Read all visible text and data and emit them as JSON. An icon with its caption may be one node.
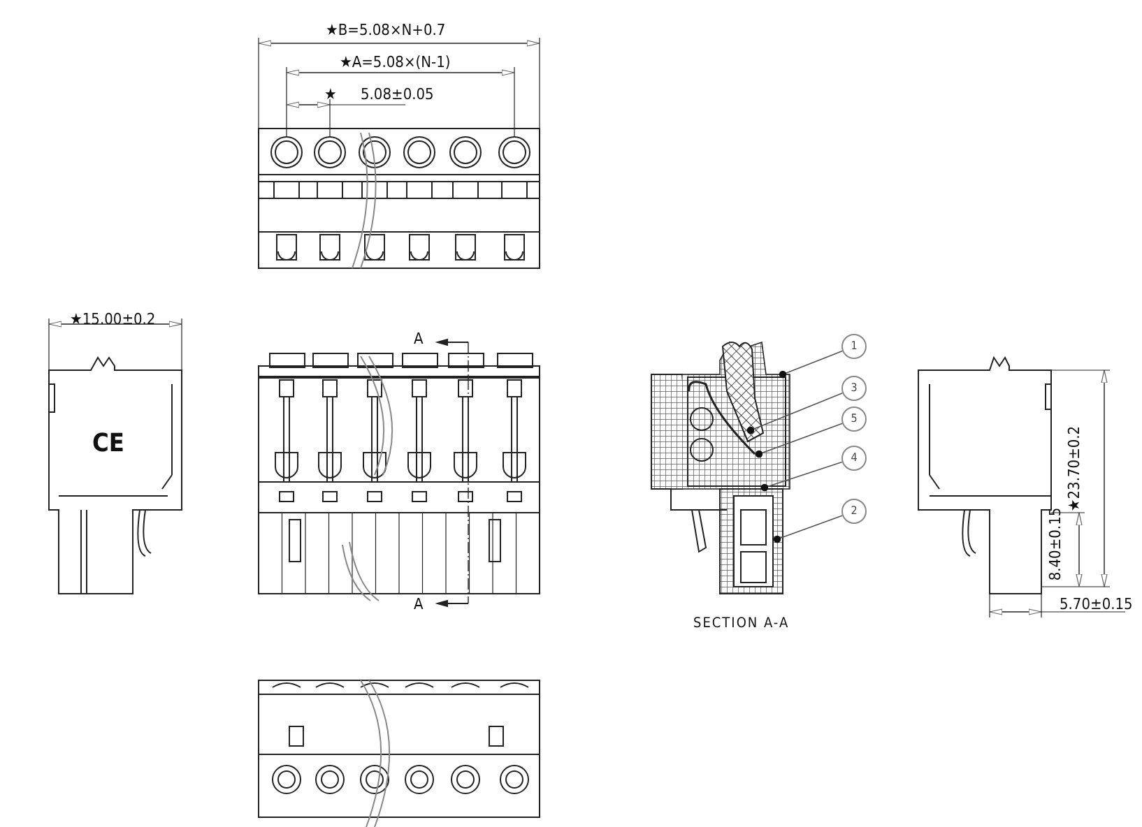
{
  "diagram": {
    "nodes": [
      {
        "text": [
          "1"
        ]
      },
      {
        "text": [
          "3"
        ]
      },
      {
        "text": [
          "5"
        ]
      },
      {
        "text": [
          "4"
        ]
      },
      {
        "text": [
          "2"
        ]
      }
    ],
    "edges": [
      {
        "from": 0,
        "to": null,
        "arrow": "other"
      },
      {
        "from": 1,
        "to": null,
        "arrow": "other"
      },
      {
        "from": 2,
        "to": null,
        "arrow": "other"
      },
      {
        "from": 3,
        "to": null,
        "arrow": "other"
      },
      {
        "from": 4,
        "to": null,
        "arrow": "other"
      }
    ],
    "labels": [
      "★B=5.08×N+0.7",
      "★A=5.08×(N-1)",
      "★",
      "5.08±0.05",
      "★15.00±0.2",
      "A",
      "CE",
      "A",
      "SECTION A-A",
      "★23.70±0.2",
      "8.40±0.15",
      "5.70±0.15"
    ]
  }
}
